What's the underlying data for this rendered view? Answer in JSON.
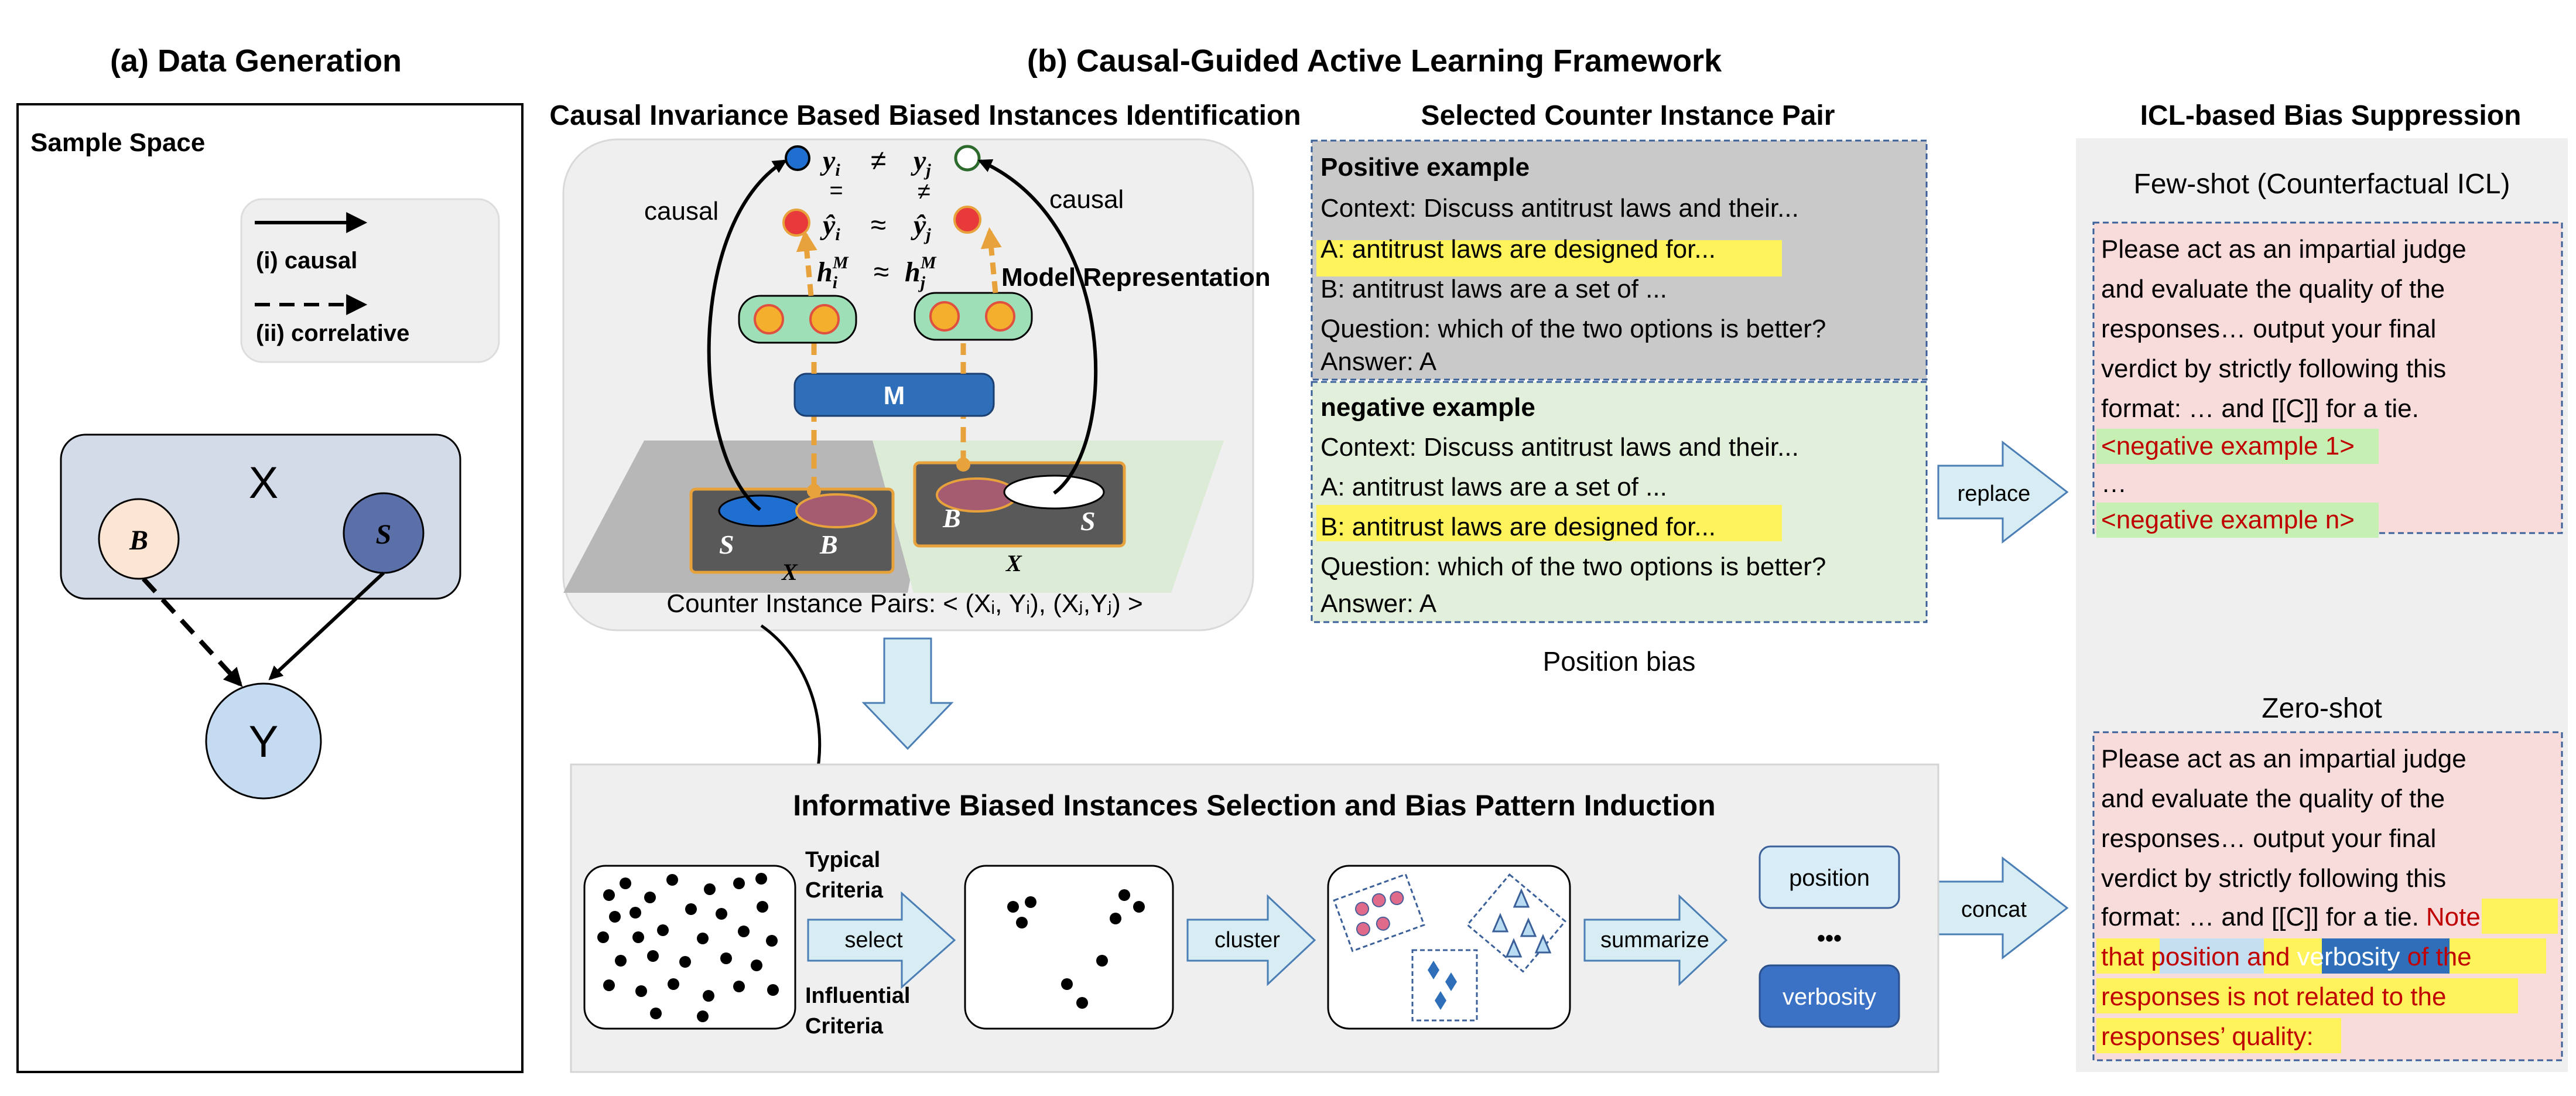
{
  "panel_a": {
    "header": "(a)  Data Generation",
    "sample_space": "Sample Space",
    "legend": {
      "causal": "(i)    causal",
      "correlative": "(ii)   correlative"
    },
    "node_x": "X",
    "node_b": "B",
    "node_s": "S",
    "node_y": "Y"
  },
  "panel_b": {
    "header": "(b)  Causal-Guided Active Learning Framework",
    "identification_title": "Causal Invariance Based Biased Instances Identification",
    "selected_pair_title": "Selected Counter Instance Pair",
    "suppression_title": "ICL-based Bias Suppression",
    "causal_left": "causal",
    "causal_right": "causal",
    "model_representation": "Model Representation",
    "model_m": "M",
    "yi": "y",
    "sub_i": "i",
    "neq1": "≠",
    "yj": "y",
    "sub_j": "j",
    "eq_sym": "=",
    "neq_sym": "≠",
    "yhat_i": "ŷ",
    "approx1": "≈",
    "yhat_j": "ŷ",
    "h_i": "h",
    "h_sup": "M",
    "approx2": "≈",
    "h_j": "h",
    "s_i": "S",
    "b_i": "B",
    "b_j": "B",
    "s_j": "S",
    "x_i": "X",
    "x_j": "X",
    "counter_pairs": "Counter Instance Pairs: < (Xᵢ, Yᵢ), (Xⱼ,Yⱼ) >"
  },
  "positive": {
    "heading": "Positive example",
    "context": "Context: Discuss antitrust laws and their...",
    "a_line": "A: antitrust laws are designed for...",
    "b_line": "B: antitrust laws are a set of ...",
    "question": "Question: which of the two options is better?",
    "answer": "Answer: A"
  },
  "negative": {
    "heading": "negative example",
    "context": "Context: Discuss antitrust laws and their...",
    "a_line": "A: antitrust laws are a set of ...",
    "b_line": "B: antitrust laws are designed for...",
    "question": "Question: which of the two options is better?",
    "answer": "Answer: A"
  },
  "position_bias_label": "Position bias",
  "replace_label": "replace",
  "concat_label": "concat",
  "few_shot": {
    "title": "Few-shot (Counterfactual ICL)",
    "lines": [
      "Please act as an impartial judge",
      "and evaluate the quality of the",
      "responses… output your final",
      "verdict by strictly following this",
      "format: … and [[C]] for a tie."
    ],
    "neg1": "<negative example 1>",
    "ellipsis": "…",
    "negn": "<negative example n>"
  },
  "zero_shot": {
    "title": "Zero-shot",
    "lines": [
      "Please act as an impartial judge",
      "and evaluate the quality of the",
      "responses… output your final",
      "verdict by strictly following this"
    ],
    "line5": "format: … and [[C]] for a tie.",
    "note": "Note",
    "that": "that",
    "position": "position",
    "and": "and",
    "verbosity": "verbosity",
    "of_the": "of the",
    "line7": "responses is not related to the",
    "line8": "responses’ quality:"
  },
  "selection": {
    "title": "Informative Biased Instances Selection and Bias Pattern Induction",
    "typical": [
      "Typical",
      "Criteria"
    ],
    "influential": [
      "Influential",
      "Criteria"
    ],
    "select": "select",
    "cluster": "cluster",
    "summarize": "summarize",
    "position": "position",
    "dots": "•••",
    "verbosity": "verbosity"
  }
}
